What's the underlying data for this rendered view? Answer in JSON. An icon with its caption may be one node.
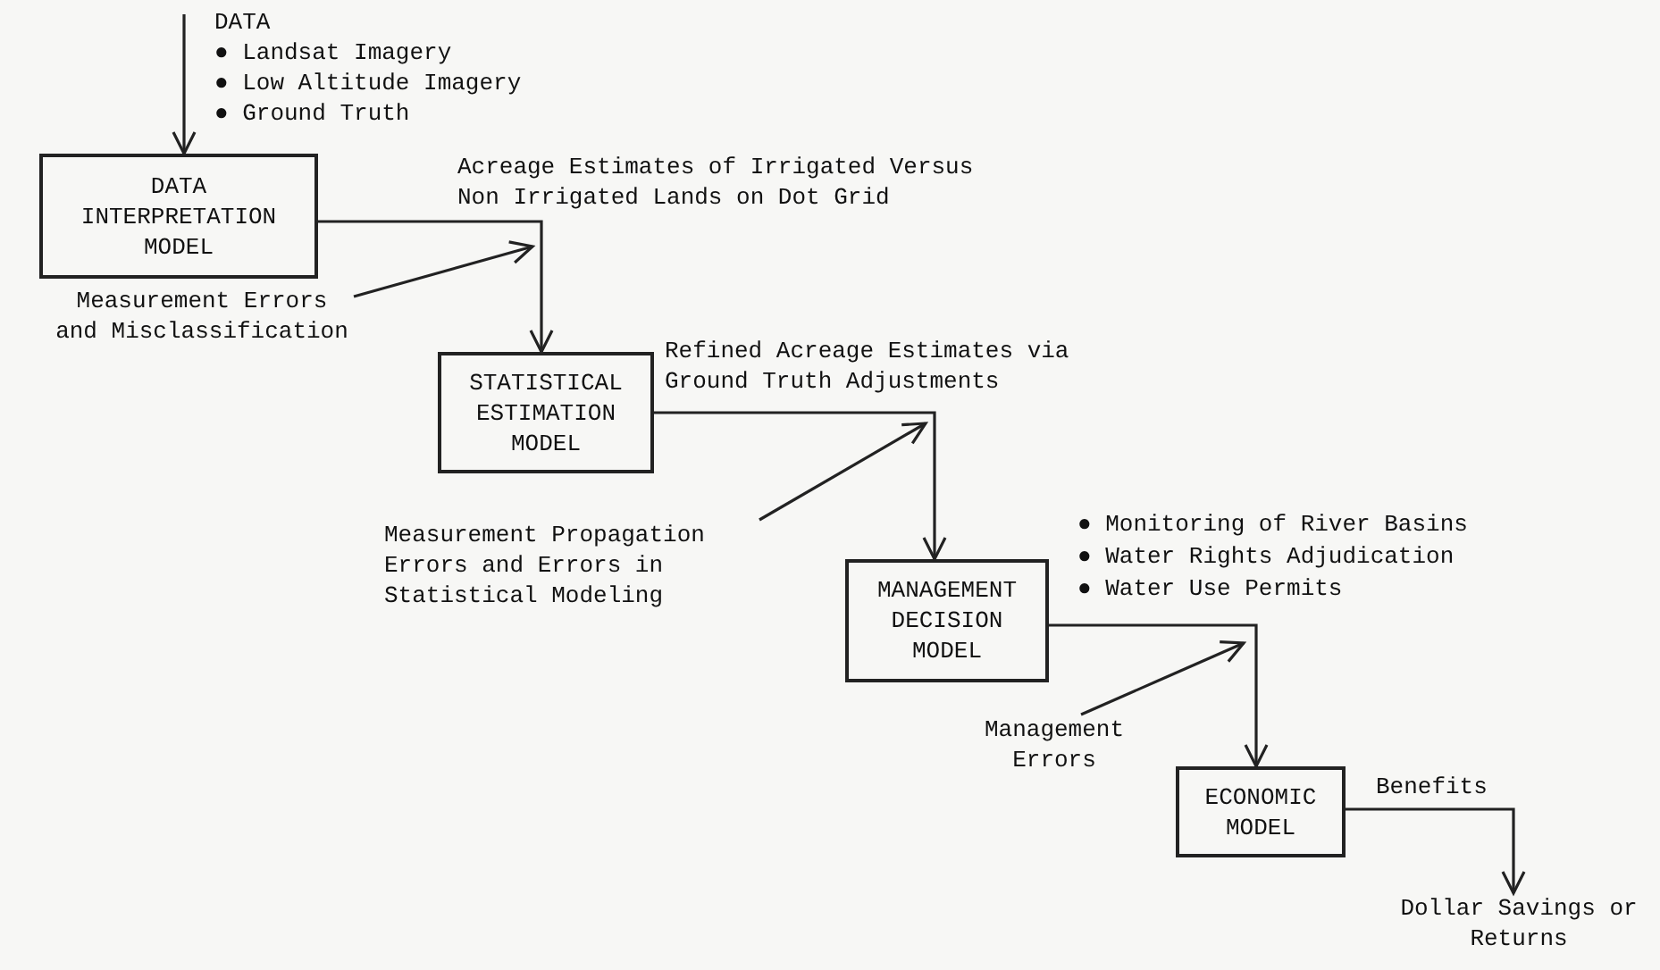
{
  "diagram": {
    "nodes": [
      {
        "text": [
          "DATA",
          "● Landsat Imagery",
          "● Low Altitude Imagery",
          "● Ground Truth"
        ]
      },
      {
        "text": [
          "DATA INTERPRETATION MODEL"
        ]
      },
      {
        "text": [
          "Measurement Errors and Misclassification"
        ]
      },
      {
        "text": [
          "STATISTICAL ESTIMATION MODEL"
        ]
      },
      {
        "text": [
          "Measurement Propagation Errors and Errors in Statistical Modeling"
        ]
      },
      {
        "text": [
          "MANAGEMENT DECISION MODEL"
        ]
      },
      {
        "text": [
          "Management Errors"
        ]
      },
      {
        "text": [
          "ECONOMIC MODEL"
        ]
      },
      {
        "text": [
          "Dollar Savings or Returns"
        ]
      }
    ],
    "edges": [
      {
        "from": 0,
        "to": 1,
        "arrow": "to"
      },
      {
        "from": 1,
        "to": 3,
        "arrow": "to",
        "label": "Acreage Estimates of Irrigated Versus Non Irrigated Lands on Dot Grid"
      },
      {
        "from": 2,
        "to": null,
        "arrow": "to"
      },
      {
        "from": 3,
        "to": 5,
        "arrow": "to",
        "label": "Refined Acreage Estimates via Ground Truth Adjustments"
      },
      {
        "from": 4,
        "to": null,
        "arrow": "to"
      },
      {
        "from": 5,
        "to": 7,
        "arrow": "to"
      },
      {
        "from": 6,
        "to": null,
        "arrow": "to"
      },
      {
        "from": 7,
        "to": 8,
        "arrow": "to",
        "label": "Benefits"
      }
    ],
    "labels": [
      "● Monitoring of River Basins",
      "● Water Rights Adjudication",
      "● Water Use Permits"
    ]
  }
}
